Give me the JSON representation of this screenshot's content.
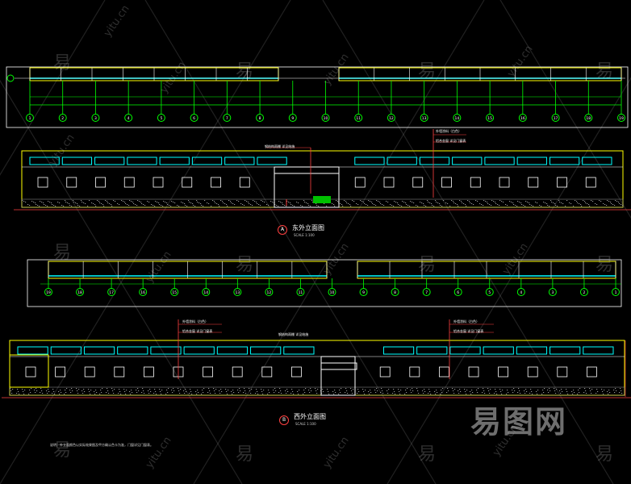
{
  "drawing": {
    "elevation_a": {
      "marker": "A",
      "title": "东外立面图",
      "subtitle": "SCALE 1:100"
    },
    "elevation_b": {
      "marker": "B",
      "title": "西外立面图",
      "subtitle": "SCALE 1:100"
    },
    "footnote": "说明：外立面颜色以实际效果图及甲方确认色卡为准，门窗详见门窗表。",
    "top_axis_labels": [
      "1",
      "2",
      "3",
      "4",
      "5",
      "6",
      "7",
      "8",
      "9",
      "10",
      "11",
      "12",
      "13",
      "14",
      "15",
      "16",
      "17",
      "18",
      "19"
    ],
    "mid_axis_labels": [
      "19",
      "18",
      "17",
      "16",
      "15",
      "14",
      "13",
      "12",
      "11",
      "10",
      "9",
      "8",
      "7",
      "6",
      "5",
      "4",
      "3",
      "2",
      "1"
    ],
    "callouts": {
      "a_center": "钢结构雨棚 详见结施",
      "a_right_1": "外墙涂料（白色）",
      "a_right_2": "铝合金窗 详见门窗表",
      "b_left_1": "外墙涂料（白色）",
      "b_left_2": "铝合金窗 详见门窗表",
      "b_center": "钢结构雨棚 详见结施",
      "b_right_1": "外墙涂料（白色）",
      "b_right_2": "铝合金窗 详见门窗表"
    }
  },
  "watermark": {
    "logo": "易图网",
    "site": "yitu.cn",
    "glyph": "易"
  },
  "colors": {
    "background": "#000000",
    "wall": "#ffff00",
    "window": "#00ffff",
    "axis": "#00ff00",
    "dim": "#ff4040",
    "ground": "#9a9a9a"
  }
}
